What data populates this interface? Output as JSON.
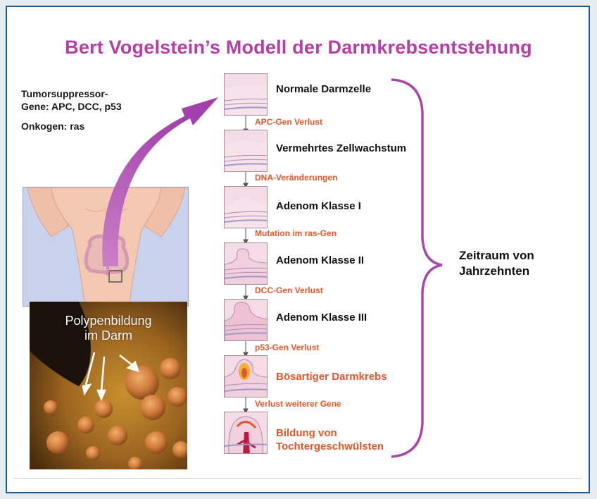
{
  "title": "Bert Vogelstein’s Modell der Darmkrebsentstehung",
  "info": {
    "tumor_suppressor_line1": "Tumorsuppressor-",
    "tumor_suppressor_line2": "Gene: APC, DCC, p53",
    "oncogene": "Onkogen: ras"
  },
  "photo": {
    "caption_line1": "Polypenbildung",
    "caption_line2": "im Darm"
  },
  "stages": [
    {
      "label": "Normale Darmzelle",
      "color": "#111111"
    },
    {
      "label": "Vermehrtes Zellwachstum",
      "color": "#111111"
    },
    {
      "label": "Adenom Klasse I",
      "color": "#111111"
    },
    {
      "label": "Adenom Klasse II",
      "color": "#111111"
    },
    {
      "label": "Adenom Klasse III",
      "color": "#111111"
    },
    {
      "label": "Bösartiger Darmkrebs",
      "color": "#e2582b"
    },
    {
      "label_line1": "Bildung von",
      "label_line2": "Tochtergeschwülsten",
      "color": "#e2582b"
    }
  ],
  "mutations": [
    "APC-Gen Verlust",
    "DNA-Veränderungen",
    "Mutation im ras-Gen",
    "DCC-Gen Verlust",
    "p53-Gen Verlust",
    "Verlust weiterer Gene"
  ],
  "timespan": {
    "line1": "Zeitraum von",
    "line2": "Jahrzehnten"
  },
  "colors": {
    "title": "#b53fa8",
    "accent_red": "#e2582b",
    "brace": "#a848a8",
    "frame": "#1d5c9a"
  }
}
